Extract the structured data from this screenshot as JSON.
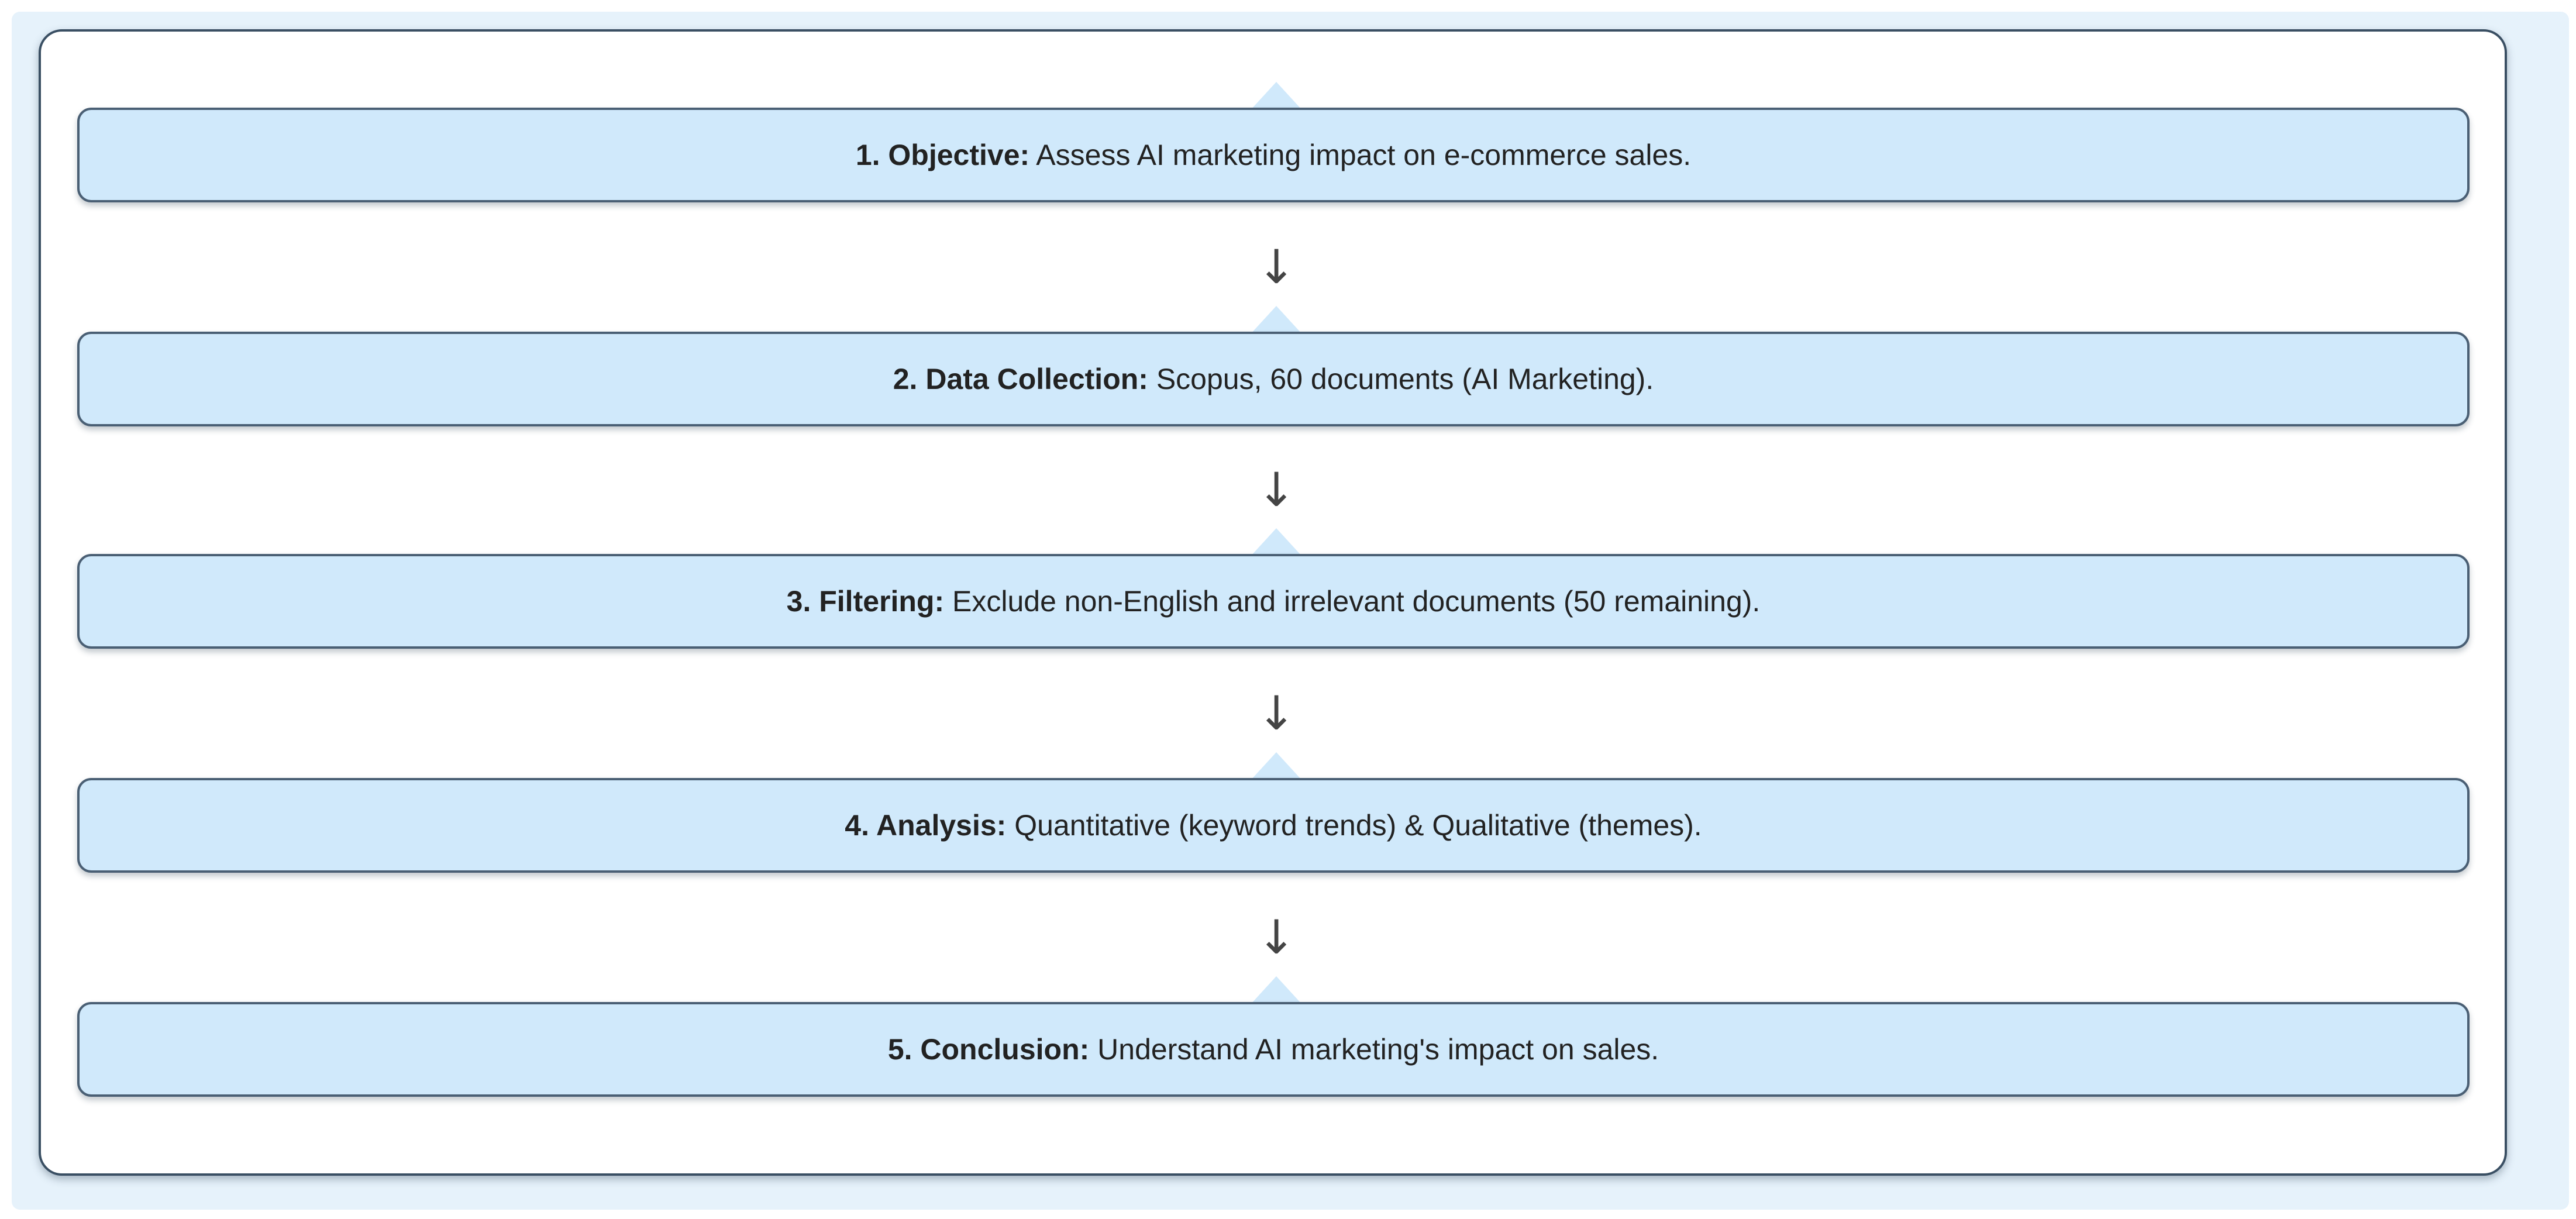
{
  "steps": [
    {
      "label": "1. Objective:",
      "text": " Assess AI marketing impact on e-commerce sales."
    },
    {
      "label": "2. Data Collection:",
      "text": " Scopus, 60 documents (AI Marketing)."
    },
    {
      "label": "3. Filtering:",
      "text": " Exclude non-English and irrelevant documents (50 remaining)."
    },
    {
      "label": "4. Analysis:",
      "text": " Quantitative (keyword trends) & Qualitative (themes)."
    },
    {
      "label": "5. Conclusion:",
      "text": " Understand AI marketing's impact on sales."
    }
  ],
  "connector_glyph": "↓"
}
